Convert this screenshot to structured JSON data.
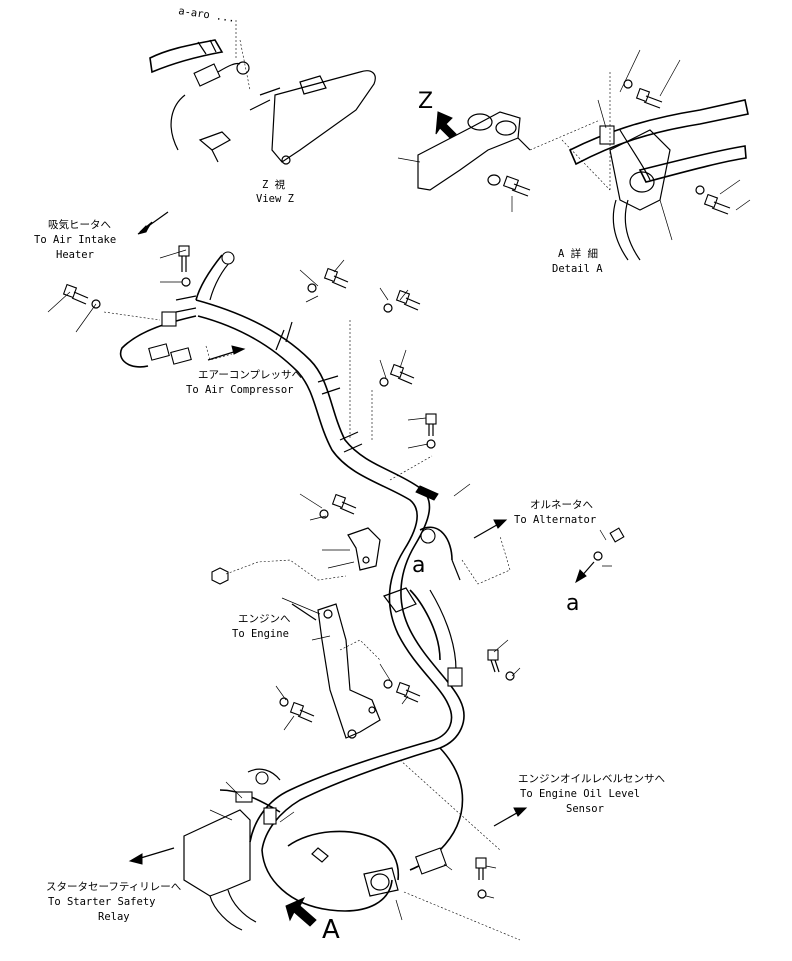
{
  "labels": {
    "top_note": "a-aro ...",
    "view_z_jp": "Z 視",
    "view_z_en": "View Z",
    "z_marker": "Z",
    "detail_a_jp": "A 詳 細",
    "detail_a_en": "Detail A",
    "air_intake_jp": "吸気ヒータへ",
    "air_intake_en1": "To Air Intake",
    "air_intake_en2": "Heater",
    "air_comp_jp": "エアーコンプレッサへ",
    "air_comp_en": "To Air Compressor",
    "alternator_jp": "オルネータへ",
    "alternator_en": "To Alternator",
    "engine_jp": "エンジンへ",
    "engine_en": "To Engine",
    "oil_level_jp": "エンジンオイルレベルセンサへ",
    "oil_level_en1": "To Engine Oil Level",
    "oil_level_en2": "Sensor",
    "starter_jp": "スタータセーフティリレーへ",
    "starter_en1": "To Starter Safety",
    "starter_en2": "Relay",
    "a_small_1": "a",
    "a_small_2": "a",
    "a_big": "A"
  }
}
